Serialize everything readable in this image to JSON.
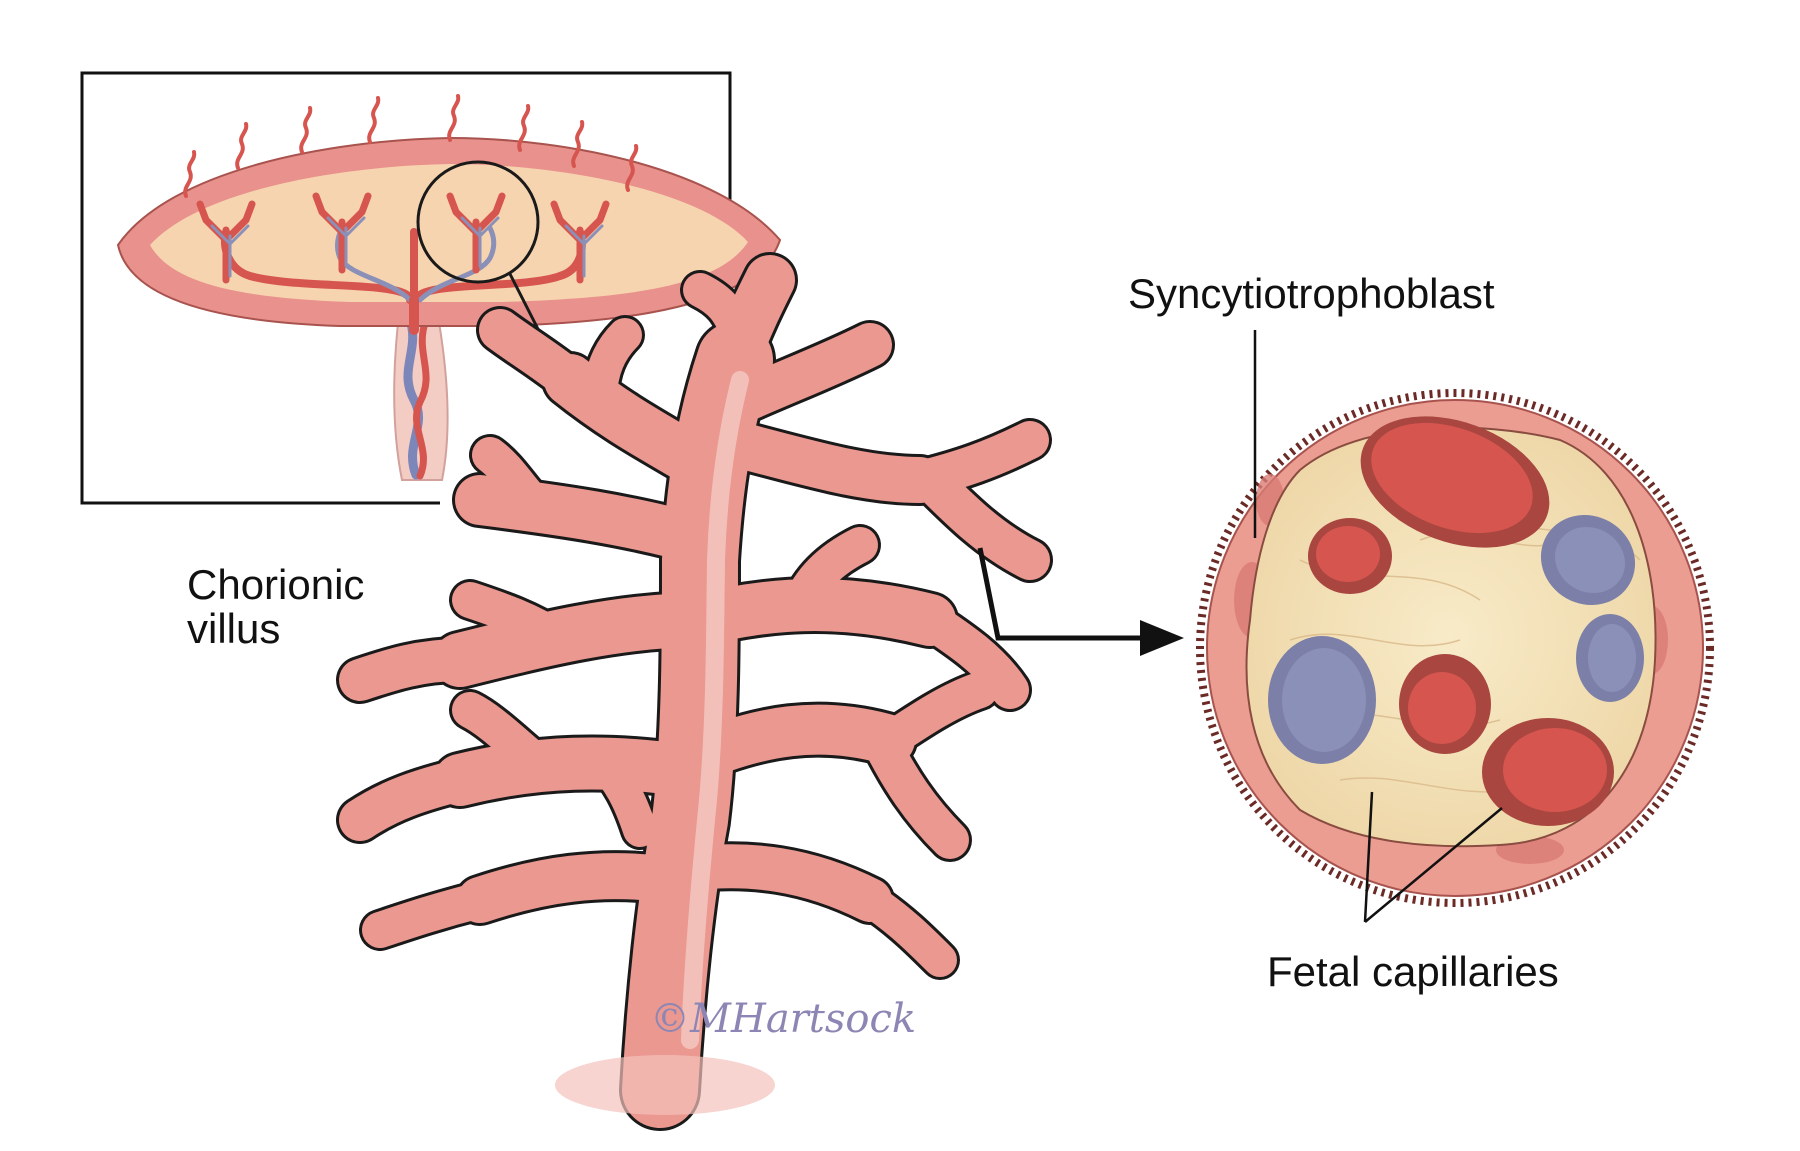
{
  "labels": {
    "syncytiotrophoblast": "Syncytiotrophoblast",
    "chorionic_villus_line1": "Chorionic",
    "chorionic_villus_line2": "villus",
    "fetal_capillaries": "Fetal capillaries"
  },
  "signature": "©MHartsock",
  "colors": {
    "tissue_pink": "#e9918c",
    "tissue_light": "#f4c3b6",
    "placenta_inner": "#f7d4b0",
    "artery_red": "#d6554f",
    "vein_blue": "#8a90b8",
    "stroma_cream": "#f3e2bd",
    "outline": "#1a1a1a"
  }
}
